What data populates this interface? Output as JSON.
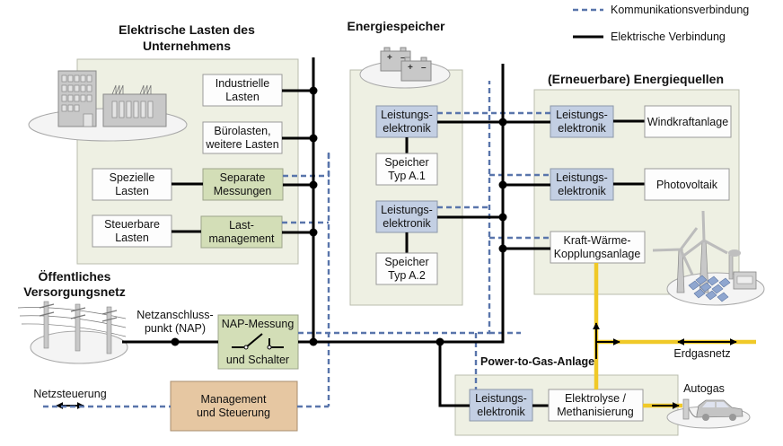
{
  "legend": {
    "communication": "Kommunikationsverbindung",
    "electrical": "Elektrische Verbindung"
  },
  "colors": {
    "communication_line": "#5975ab",
    "electrical_line": "#000000",
    "gas_line": "#f0c928",
    "power_electronics_fill": "#c3cfe3",
    "measurement_fill": "#d3deb7",
    "management_fill": "#e6c7a2",
    "group_fill": "#eef0e3"
  },
  "loads": {
    "title_line1": "Elektrische Lasten des",
    "title_line2": "Unternehmens",
    "icon": "office-factory-icon",
    "industrial": [
      "Industrielle",
      "Lasten"
    ],
    "office": [
      "Bürolasten,",
      "weitere Lasten"
    ],
    "special": [
      "Spezielle",
      "Lasten"
    ],
    "separate_measurement": [
      "Separate",
      "Messungen"
    ],
    "controllable": [
      "Steuerbare",
      "Lasten"
    ],
    "load_management": [
      "Last-",
      "management"
    ]
  },
  "storage": {
    "title": "Energiespeicher",
    "icon": "battery-icon",
    "pe1": [
      "Leistungs-",
      "elektronik"
    ],
    "storage1": [
      "Speicher",
      "Typ A.1"
    ],
    "pe2": [
      "Leistungs-",
      "elektronik"
    ],
    "storage2": [
      "Speicher",
      "Typ A.2"
    ]
  },
  "sources": {
    "title": "(Erneuerbare) Energiequellen",
    "icon": "wind-solar-icon",
    "pe_wind": [
      "Leistungs-",
      "elektronik"
    ],
    "wind": "Windkraftanlage",
    "pe_pv": [
      "Leistungs-",
      "elektronik"
    ],
    "pv": "Photovoltaik",
    "chp": [
      "Kraft-Wärme-",
      "Kopplungsanlage"
    ]
  },
  "grid": {
    "title_line1": "Öffentliches",
    "title_line2": "Versorgungsnetz",
    "icon": "power-pylon-icon",
    "nap_label": [
      "Netzanschluss-",
      "punkt (NAP)"
    ],
    "nap_box": [
      "NAP-Messung",
      "und Schalter"
    ],
    "grid_control": "Netzsteuerung",
    "management": [
      "Management",
      "und Steuerung"
    ]
  },
  "p2g": {
    "title": "Power-to-Gas-Anlage",
    "pe": [
      "Leistungs-",
      "elektronik"
    ],
    "electrolysis": [
      "Elektrolyse /",
      "Methanisierung"
    ],
    "gas_grid": "Erdgasnetz",
    "autogas": "Autogas",
    "icon": "car-fuel-icon"
  }
}
